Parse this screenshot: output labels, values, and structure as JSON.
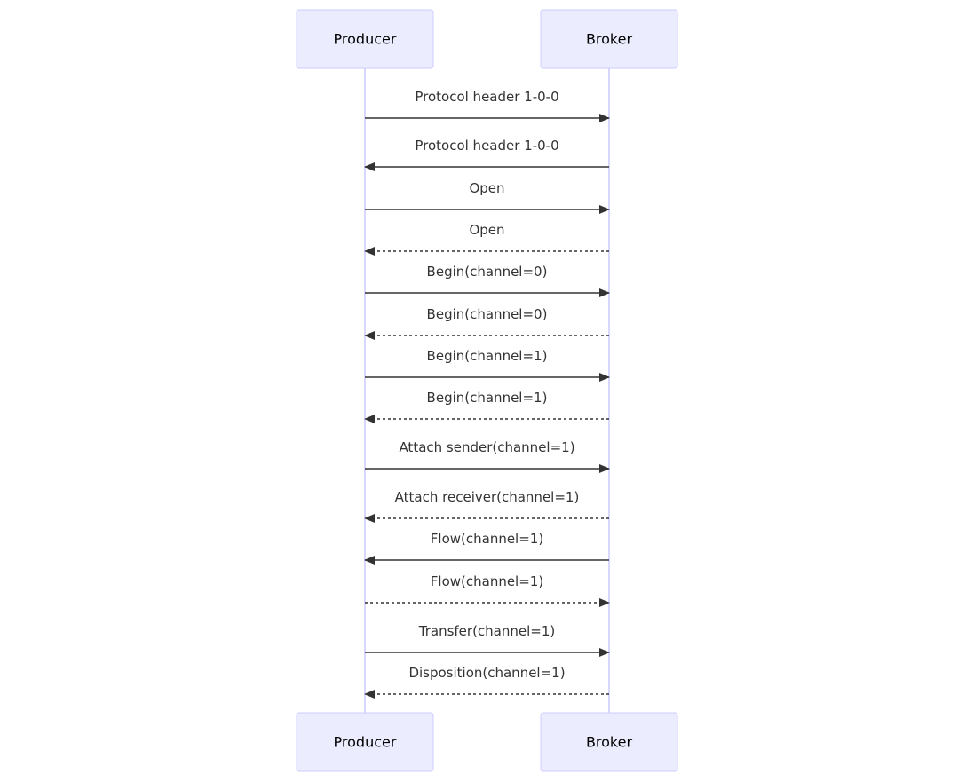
{
  "participants": [
    {
      "id": "producer",
      "label": "Producer"
    },
    {
      "id": "broker",
      "label": "Broker"
    }
  ],
  "messages": [
    {
      "from": "producer",
      "to": "broker",
      "label": "Protocol header 1-0-0",
      "style": "solid"
    },
    {
      "from": "broker",
      "to": "producer",
      "label": "Protocol header 1-0-0",
      "style": "solid"
    },
    {
      "from": "producer",
      "to": "broker",
      "label": "Open",
      "style": "solid"
    },
    {
      "from": "broker",
      "to": "producer",
      "label": "Open",
      "style": "dashed"
    },
    {
      "from": "producer",
      "to": "broker",
      "label": "Begin(channel=0)",
      "style": "solid"
    },
    {
      "from": "broker",
      "to": "producer",
      "label": "Begin(channel=0)",
      "style": "dashed"
    },
    {
      "from": "producer",
      "to": "broker",
      "label": "Begin(channel=1)",
      "style": "solid"
    },
    {
      "from": "broker",
      "to": "producer",
      "label": "Begin(channel=1)",
      "style": "dashed"
    },
    {
      "from": "producer",
      "to": "broker",
      "label": "Attach sender(channel=1)",
      "style": "solid"
    },
    {
      "from": "broker",
      "to": "producer",
      "label": "Attach receiver(channel=1)",
      "style": "dashed"
    },
    {
      "from": "broker",
      "to": "producer",
      "label": "Flow(channel=1)",
      "style": "solid"
    },
    {
      "from": "producer",
      "to": "broker",
      "label": "Flow(channel=1)",
      "style": "dashed"
    },
    {
      "from": "producer",
      "to": "broker",
      "label": "Transfer(channel=1)",
      "style": "solid"
    },
    {
      "from": "broker",
      "to": "producer",
      "label": "Disposition(channel=1)",
      "style": "dashed"
    }
  ],
  "colors": {
    "actor_fill": "#ECECFF",
    "actor_border": "#CCCCFF",
    "lifeline": "#CCCCFF",
    "message": "#333333"
  }
}
